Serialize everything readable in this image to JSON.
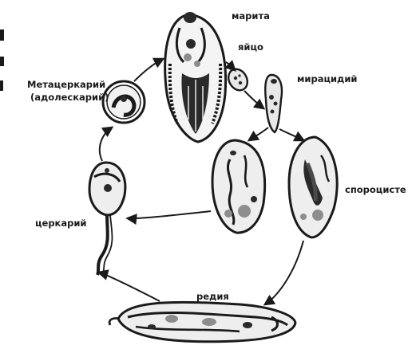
{
  "labels": {
    "marita": "марита",
    "egg": "яйцо",
    "miracidium": "мирацидий",
    "metacercaria_1": "Метацеркарий",
    "metacercaria_2": "(адолескарий)",
    "cercaria": "церкарий",
    "sporocyst": "спороцисте",
    "redia": "редия"
  }
}
